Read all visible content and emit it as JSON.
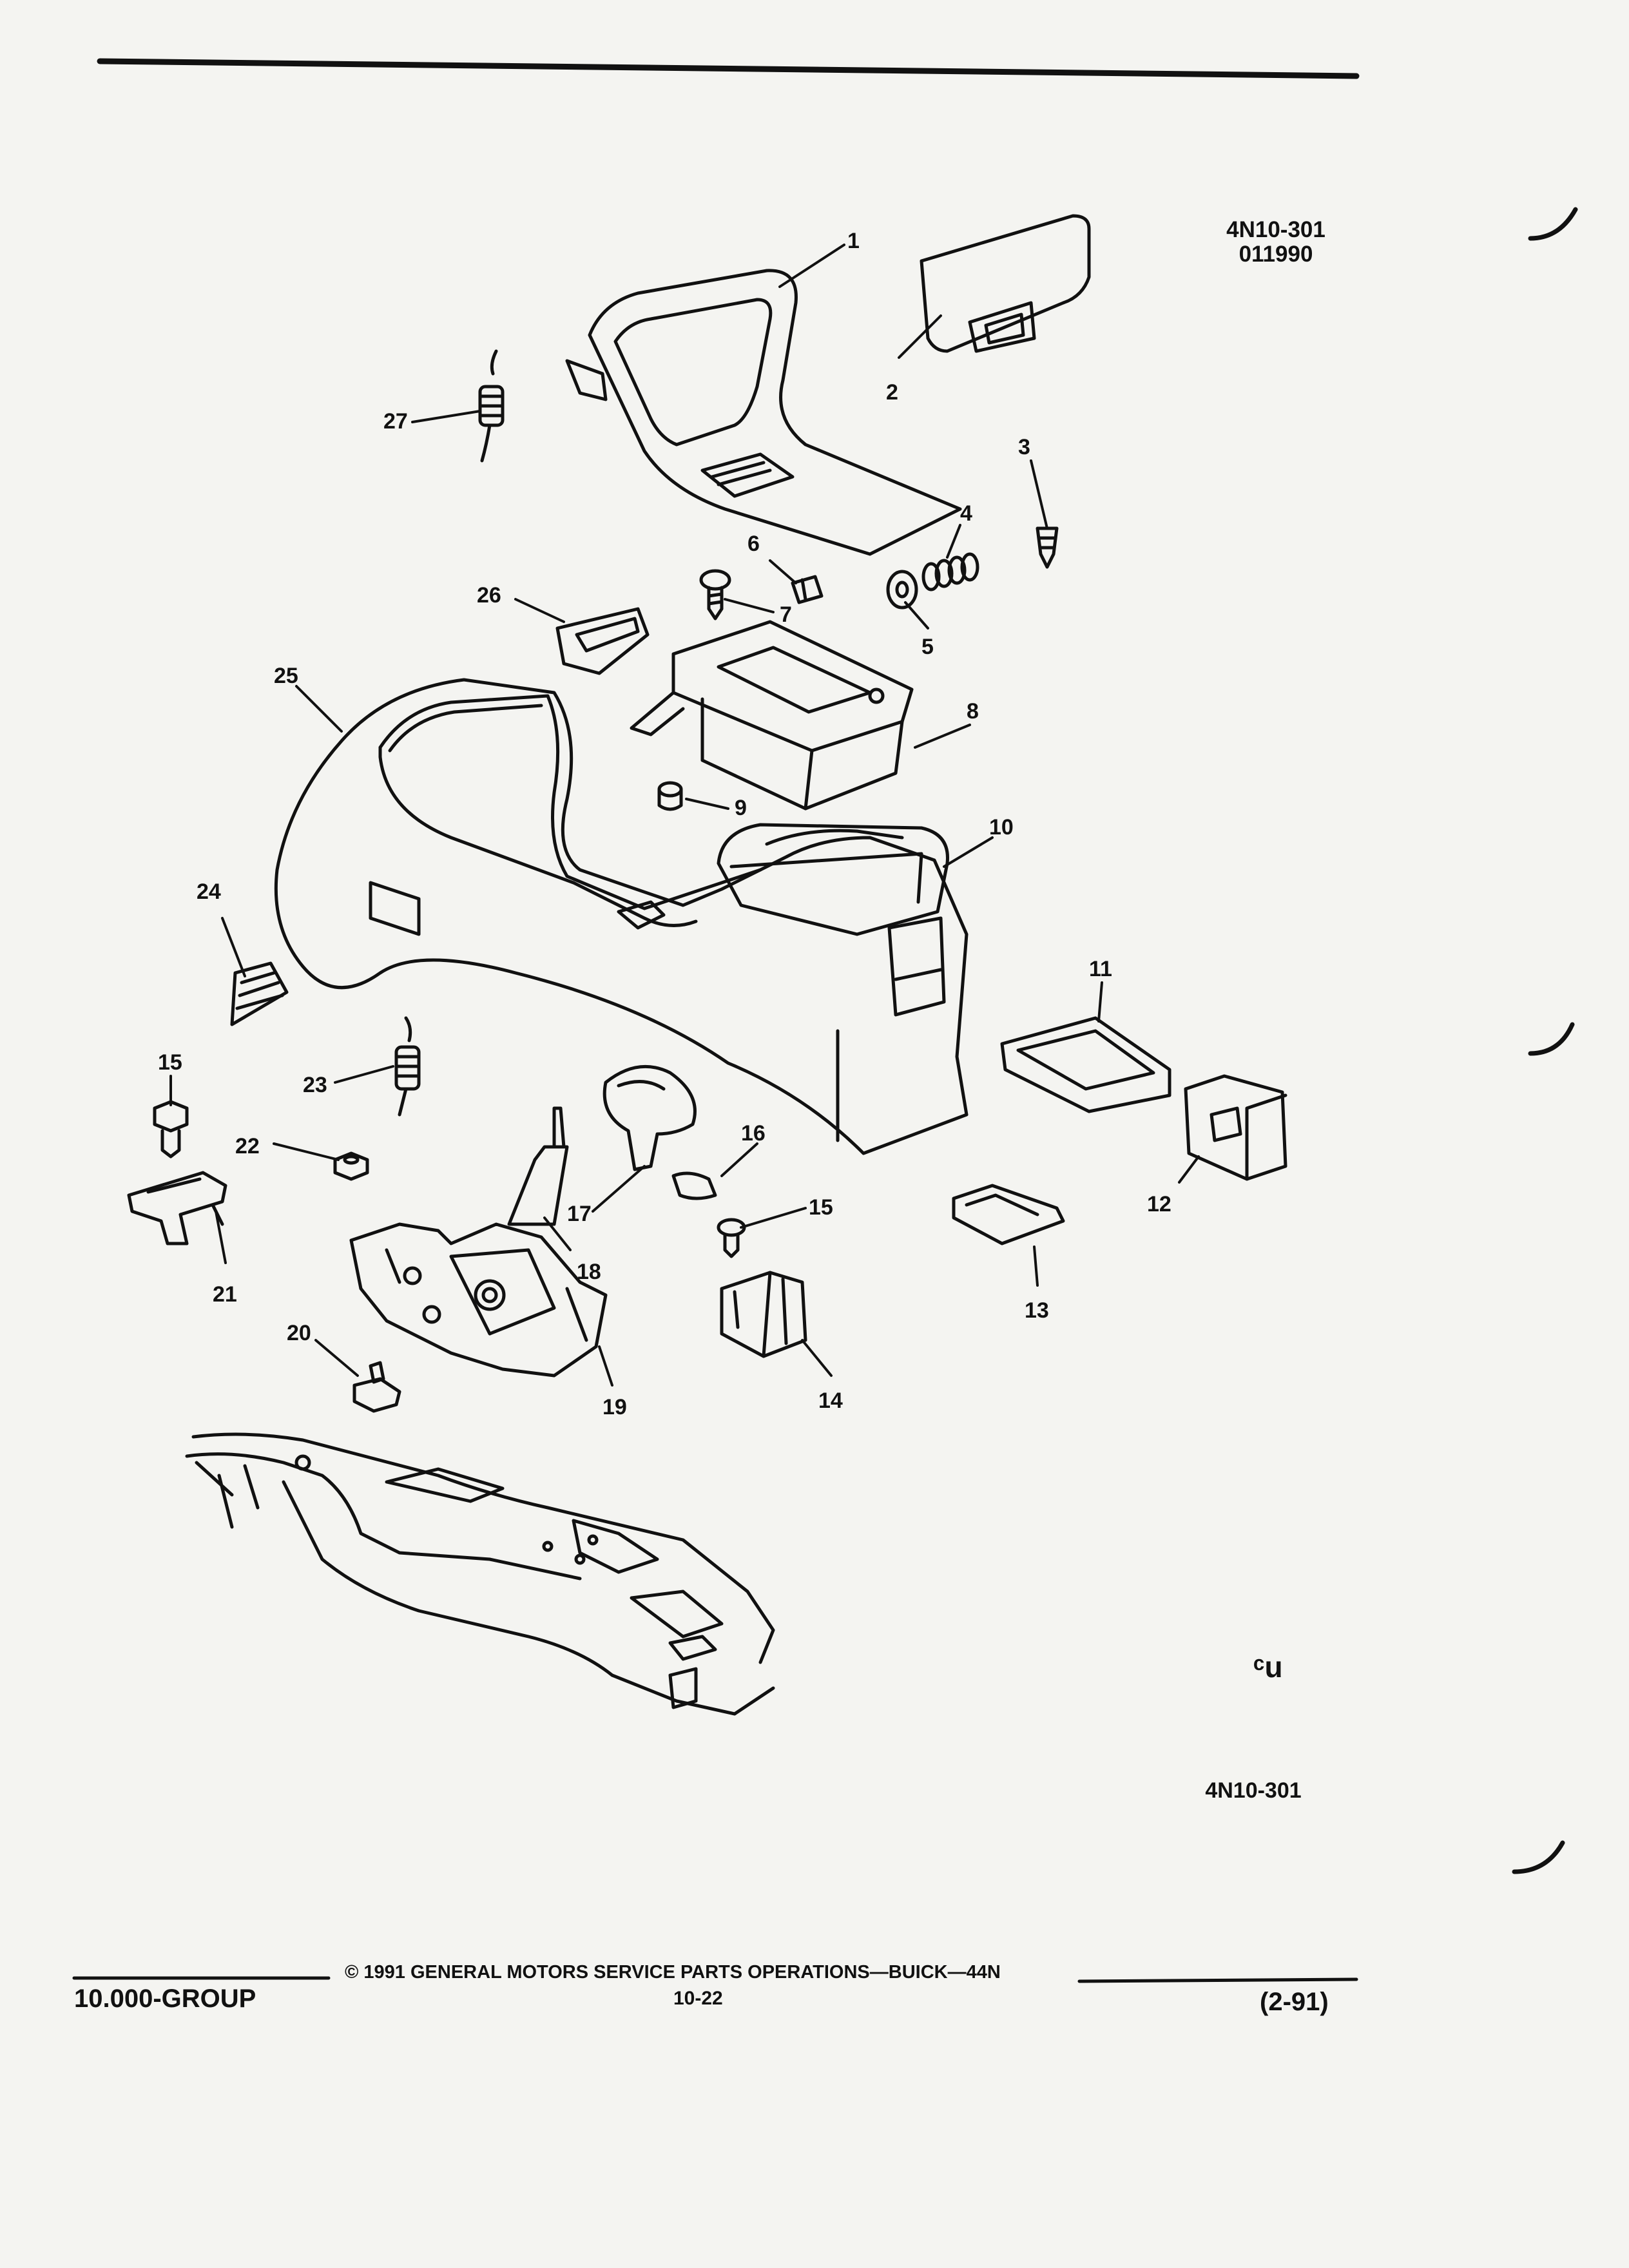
{
  "figure": {
    "code": "4N10-301",
    "date_code": "011990",
    "bottom_code": "4N10-301",
    "corner_mark": "ᶜu"
  },
  "callouts": [
    "1",
    "2",
    "3",
    "4",
    "5",
    "6",
    "7",
    "8",
    "9",
    "10",
    "11",
    "12",
    "13",
    "14",
    "15",
    "15",
    "16",
    "17",
    "18",
    "19",
    "20",
    "21",
    "22",
    "23",
    "24",
    "25",
    "26",
    "27"
  ],
  "footer": {
    "copyright": "© 1991 GENERAL MOTORS SERVICE PARTS OPERATIONS—BUICK—44N",
    "group": "10.000-GROUP",
    "page_number": "10-22",
    "revision": "(2-91)"
  },
  "colors": {
    "ink": "#111111",
    "paper": "#f4f4f1"
  }
}
